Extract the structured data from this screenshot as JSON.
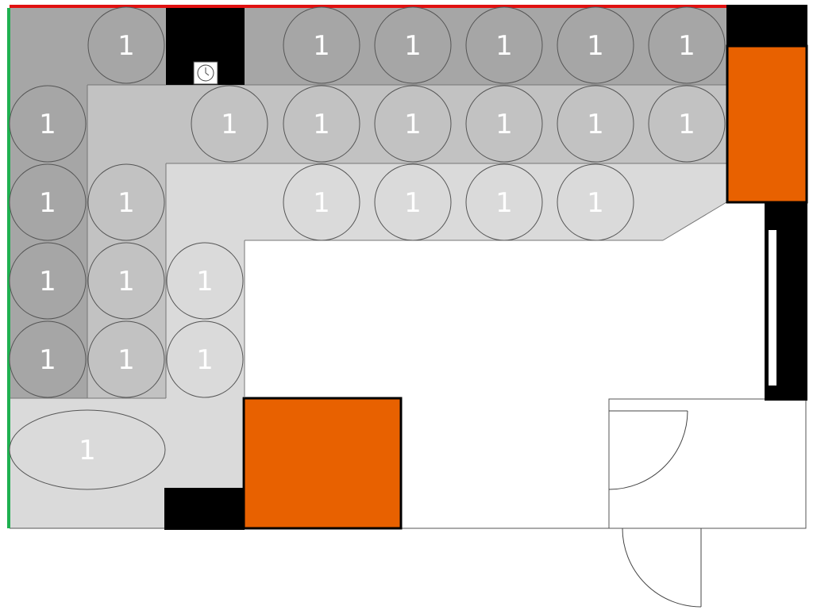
{
  "floor_plan": {
    "seat_label": "1",
    "ellipse_label": "1",
    "seats": {
      "top_row": 6,
      "second_row": 7,
      "third_row": 4,
      "left_columns": 9
    },
    "colors": {
      "zone_dark": "#a6a6a6",
      "zone_mid": "#c2c2c2",
      "zone_light": "#dadada",
      "wall": "#000000",
      "fixture_orange": "#e86100",
      "top_edge": "#e01010",
      "left_edge": "#1fb050"
    },
    "icons": {
      "wall_clock": "clock-icon"
    }
  }
}
